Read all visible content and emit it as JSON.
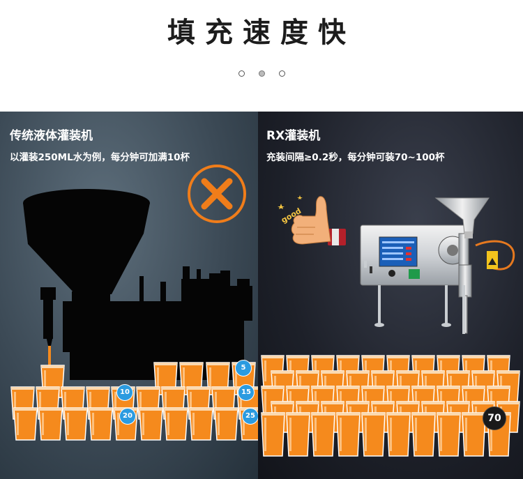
{
  "header": {
    "title": "填充速度快",
    "carousel_dots": 3,
    "active_dot": 2
  },
  "left_panel": {
    "title": "传统液体灌装机",
    "description": "以灌装250ML水为例，每分钟可加满10杯",
    "icon": "x-cross-icon",
    "badges": [
      "5",
      "10",
      "15",
      "20",
      "25"
    ]
  },
  "right_panel": {
    "title": "RX灌装机",
    "description": "充装间隔≥0.2秒，每分钟可装70~100杯",
    "thumb_text": "good",
    "icon": "thumbs-up-icon",
    "badge": "70"
  },
  "colors": {
    "accent_orange": "#f07d1a",
    "juice": "#f58a1d",
    "badge_blue": "#2b9be0"
  }
}
